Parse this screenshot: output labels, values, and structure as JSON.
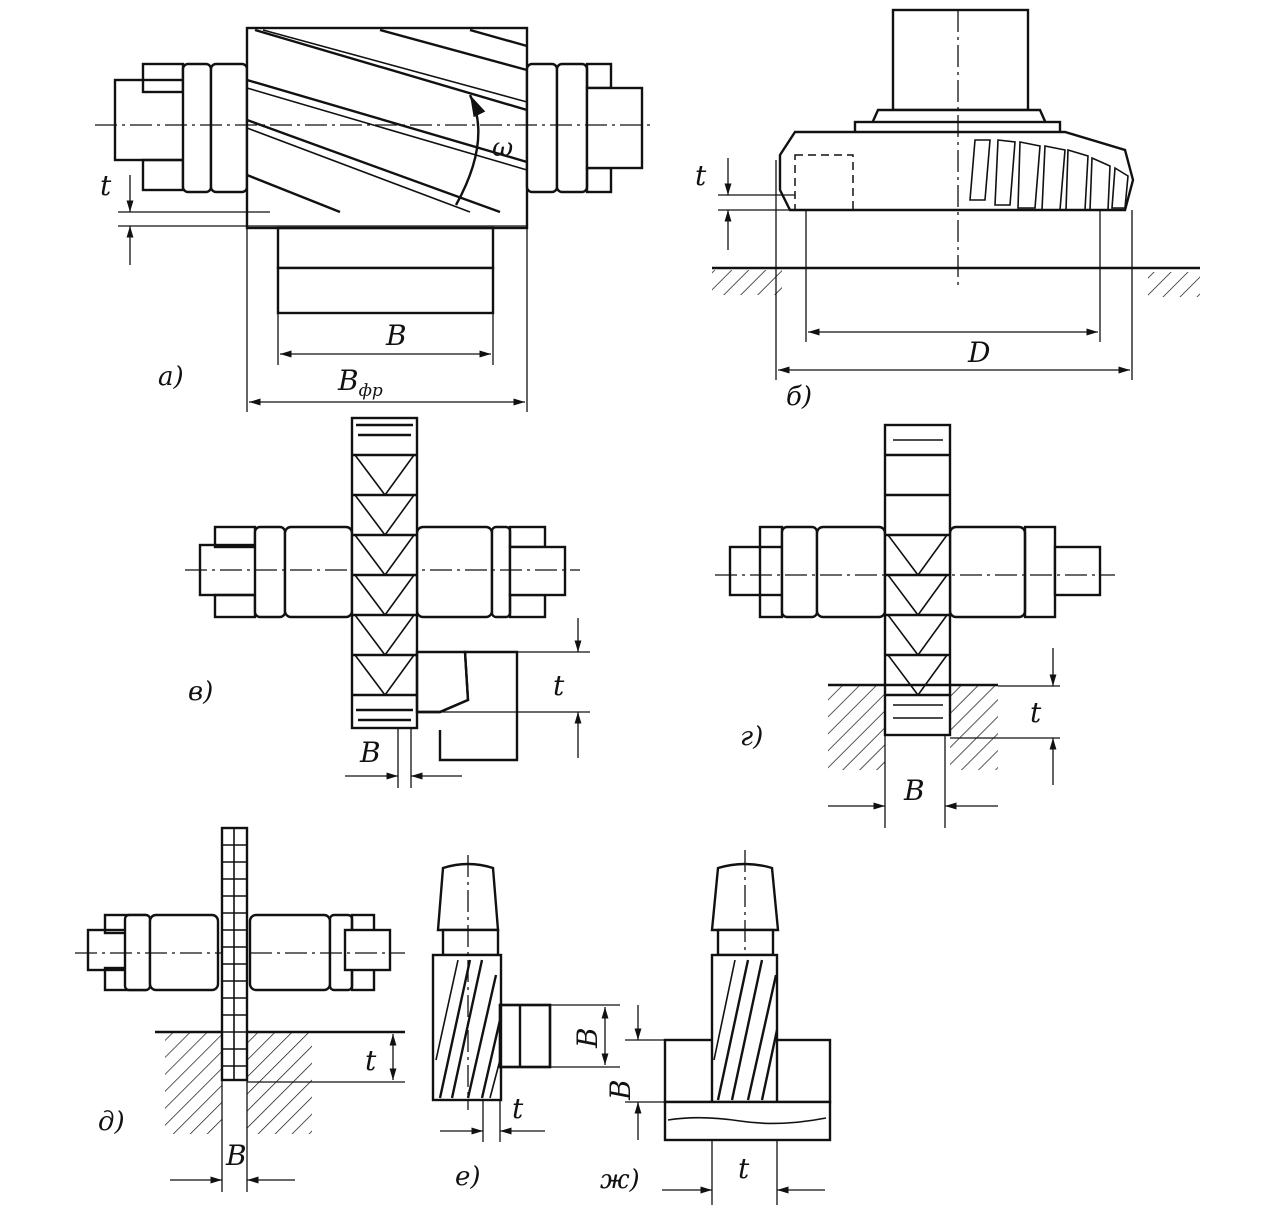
{
  "figure": {
    "panels": [
      {
        "id": "a",
        "caption": "а)",
        "dims": {
          "depth": "t",
          "width": "B",
          "cutter_width": "B",
          "cutter_width_sub": "фр",
          "rotation": "ω"
        }
      },
      {
        "id": "b",
        "caption": "б)",
        "dims": {
          "depth": "t",
          "diameter": "D"
        }
      },
      {
        "id": "v",
        "caption": "в)",
        "dims": {
          "depth": "t",
          "width": "B"
        }
      },
      {
        "id": "g",
        "caption": "г)",
        "dims": {
          "depth": "t",
          "width": "B"
        }
      },
      {
        "id": "d",
        "caption": "д)",
        "dims": {
          "depth": "t",
          "width": "B"
        }
      },
      {
        "id": "e",
        "caption": "е)",
        "dims": {
          "depth": "t",
          "width": "B"
        }
      },
      {
        "id": "zh",
        "caption": "ж)",
        "dims": {
          "depth": "t",
          "width": "B"
        }
      }
    ]
  }
}
